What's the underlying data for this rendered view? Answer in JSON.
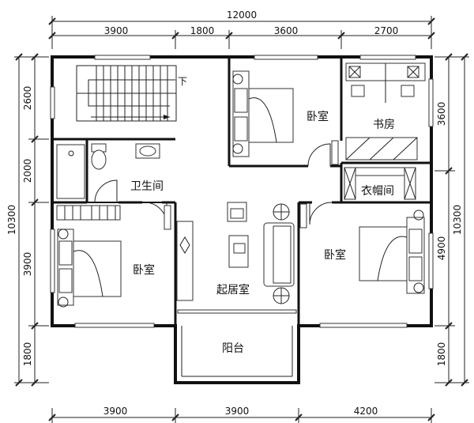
{
  "dimensions": {
    "top_total": "12000",
    "top_segments": [
      "3900",
      "1800",
      "3600",
      "2700"
    ],
    "bottom_segments": [
      "3900",
      "3900",
      "4200"
    ],
    "left_total": "10300",
    "left_segments": [
      "2600",
      "2000",
      "3900",
      "1800"
    ],
    "right_total": "10300",
    "right_segments": [
      "3600",
      "4900",
      "1800"
    ]
  },
  "rooms": {
    "bedroom_top": "卧室",
    "study": "书房",
    "bathroom": "卫生间",
    "cloakroom": "衣帽间",
    "bedroom_left": "卧室",
    "bedroom_right": "卧室",
    "living_room": "起居室",
    "balcony": "阳台"
  },
  "stair_label": "下"
}
